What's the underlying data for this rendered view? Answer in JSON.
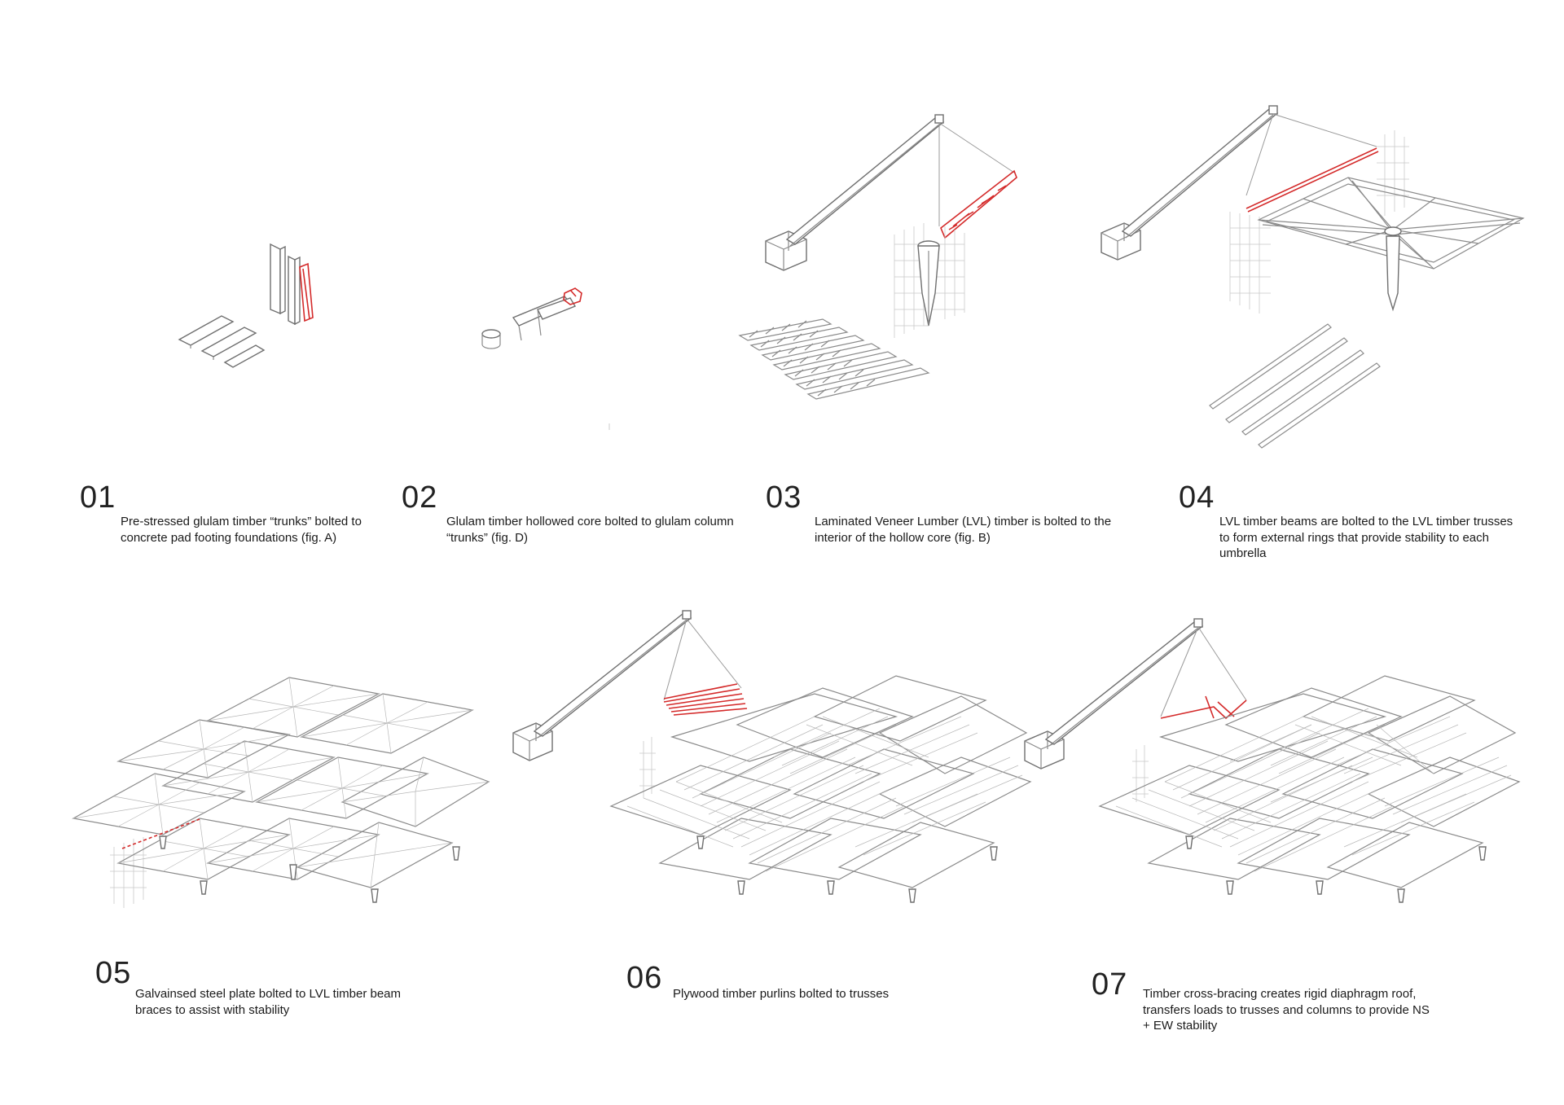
{
  "steps": [
    {
      "number": "01",
      "caption_lines": [
        "Pre-stressed glulam timber “trunks” bolted to",
        "concrete pad footing foundations (fig. A)"
      ]
    },
    {
      "number": "02",
      "caption_lines": [
        "Glulam timber hollowed core bolted to glulam column",
        "“trunks” (fig. D)"
      ]
    },
    {
      "number": "03",
      "caption_lines": [
        "Laminated Veneer Lumber (LVL) timber is bolted to the",
        "interior of the hollow core (fig. B)"
      ]
    },
    {
      "number": "04",
      "caption_lines": [
        "LVL timber beams are bolted to the LVL timber trusses",
        "to form external rings that provide stability to each",
        "umbrella"
      ]
    },
    {
      "number": "05",
      "caption_lines": [
        "Galvainsed steel plate bolted to LVL timber beam",
        "braces to assist with stability"
      ]
    },
    {
      "number": "06",
      "caption_lines": [
        "Plywood timber purlins bolted to trusses"
      ]
    },
    {
      "number": "07",
      "caption_lines": [
        "Timber cross-bracing creates rigid diaphragm roof,",
        "transfers loads to trusses and columns to provide NS",
        "+ EW stability"
      ]
    }
  ],
  "colors": {
    "line": "#8a8a8a",
    "highlight": "#d42a2a",
    "scaffold": "#c9c9c9",
    "text": "#1a1a1a"
  }
}
